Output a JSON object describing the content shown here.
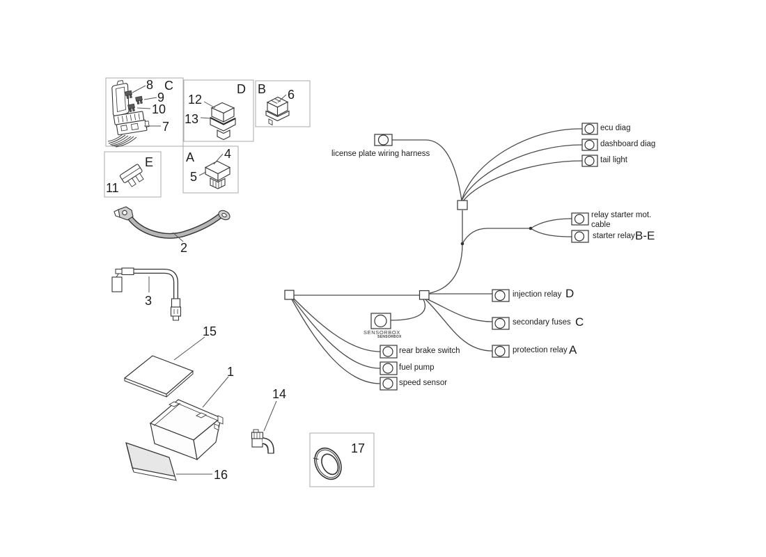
{
  "colors": {
    "background": "#ffffff",
    "line_art": "#333333",
    "wire": "#4a4a4a",
    "part_box_border": "#a8a8a8",
    "cable_gray": "#b6b6b6",
    "pad_gray": "#e7e7e7"
  },
  "boxes": {
    "c": {
      "letter": "C"
    },
    "d": {
      "letter": "D"
    },
    "b": {
      "letter": "B"
    },
    "e": {
      "letter": "E"
    },
    "a": {
      "letter": "A"
    }
  },
  "parts": {
    "n1": "1",
    "n2": "2",
    "n3": "3",
    "n4": "4",
    "n5": "5",
    "n6": "6",
    "n7": "7",
    "n8": "8",
    "n9": "9",
    "n10": "10",
    "n11": "11",
    "n12": "12",
    "n13": "13",
    "n14": "14",
    "n15": "15",
    "n16": "16",
    "n17": "17"
  },
  "wiring": {
    "license_plate_label": "license plate wiring harness",
    "ecu_diag": "ecu diag",
    "dashboard_diag": "dashboard diag",
    "tail_light": "tail light",
    "relay_starter_mot_line1": "relay starter mot.",
    "relay_starter_mot_line2": "cable",
    "starter_relay": "starter relay",
    "starter_relay_group": "B-E",
    "injection_relay": "injection relay",
    "injection_relay_group": "D",
    "secondary_fuses": "secondary fuses",
    "secondary_fuses_group": "C",
    "protection_relay": "protection relay",
    "protection_relay_group": "A",
    "sensorbox_label": "SENSORBOX",
    "sensorbox_sublabel": "SENSORBOX",
    "rear_brake_switch": "rear brake switch",
    "fuel_pump": "fuel pump",
    "speed_sensor": "speed sensor"
  }
}
